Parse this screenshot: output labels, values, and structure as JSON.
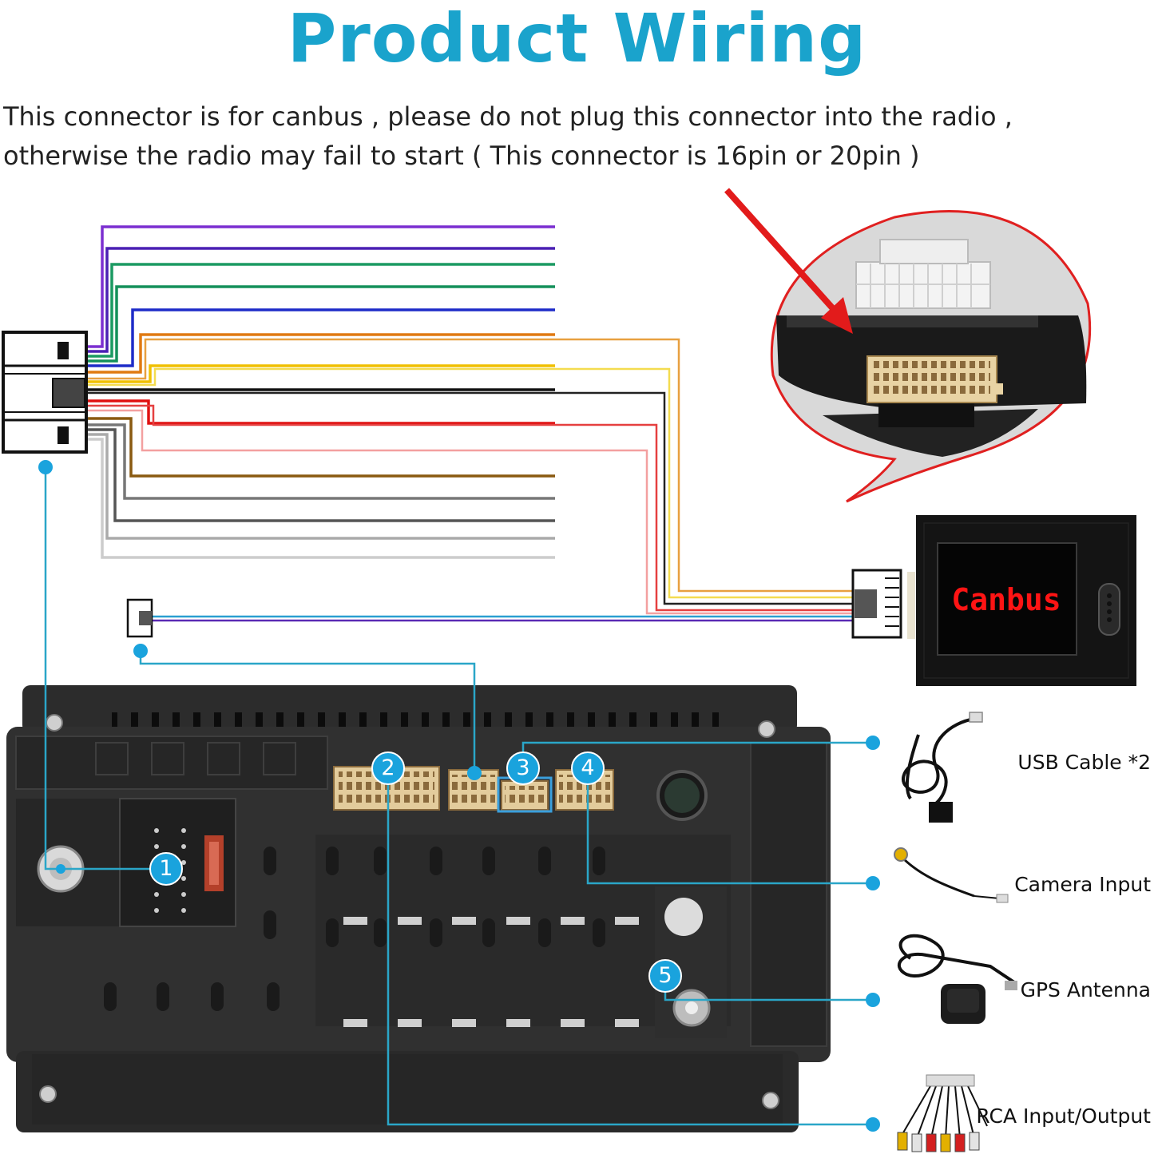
{
  "title": "Product Wiring",
  "note": {
    "line1": "This connector is for canbus , please do not plug this connector into the radio ,",
    "line2": "otherwise the radio may fail to start ( This connector is 16pin or 20pin )"
  },
  "canbus_box": {
    "label": "Canbus"
  },
  "badges": [
    "1",
    "2",
    "3",
    "4",
    "5"
  ],
  "accessories": [
    {
      "label": "USB Cable *2",
      "icon": "usb-cable-icon"
    },
    {
      "label": "Camera Input",
      "icon": "camera-cable-icon"
    },
    {
      "label": "GPS Antenna",
      "icon": "gps-antenna-icon"
    },
    {
      "label": "RCA Input/Output",
      "icon": "rca-cable-icon"
    }
  ],
  "colors": {
    "title": "#1aa3cc",
    "callout_line": "#2aa6c8",
    "badge": "#1aa3dd",
    "arrow": "#e21b1b",
    "canbus_text": "#ff1414"
  }
}
